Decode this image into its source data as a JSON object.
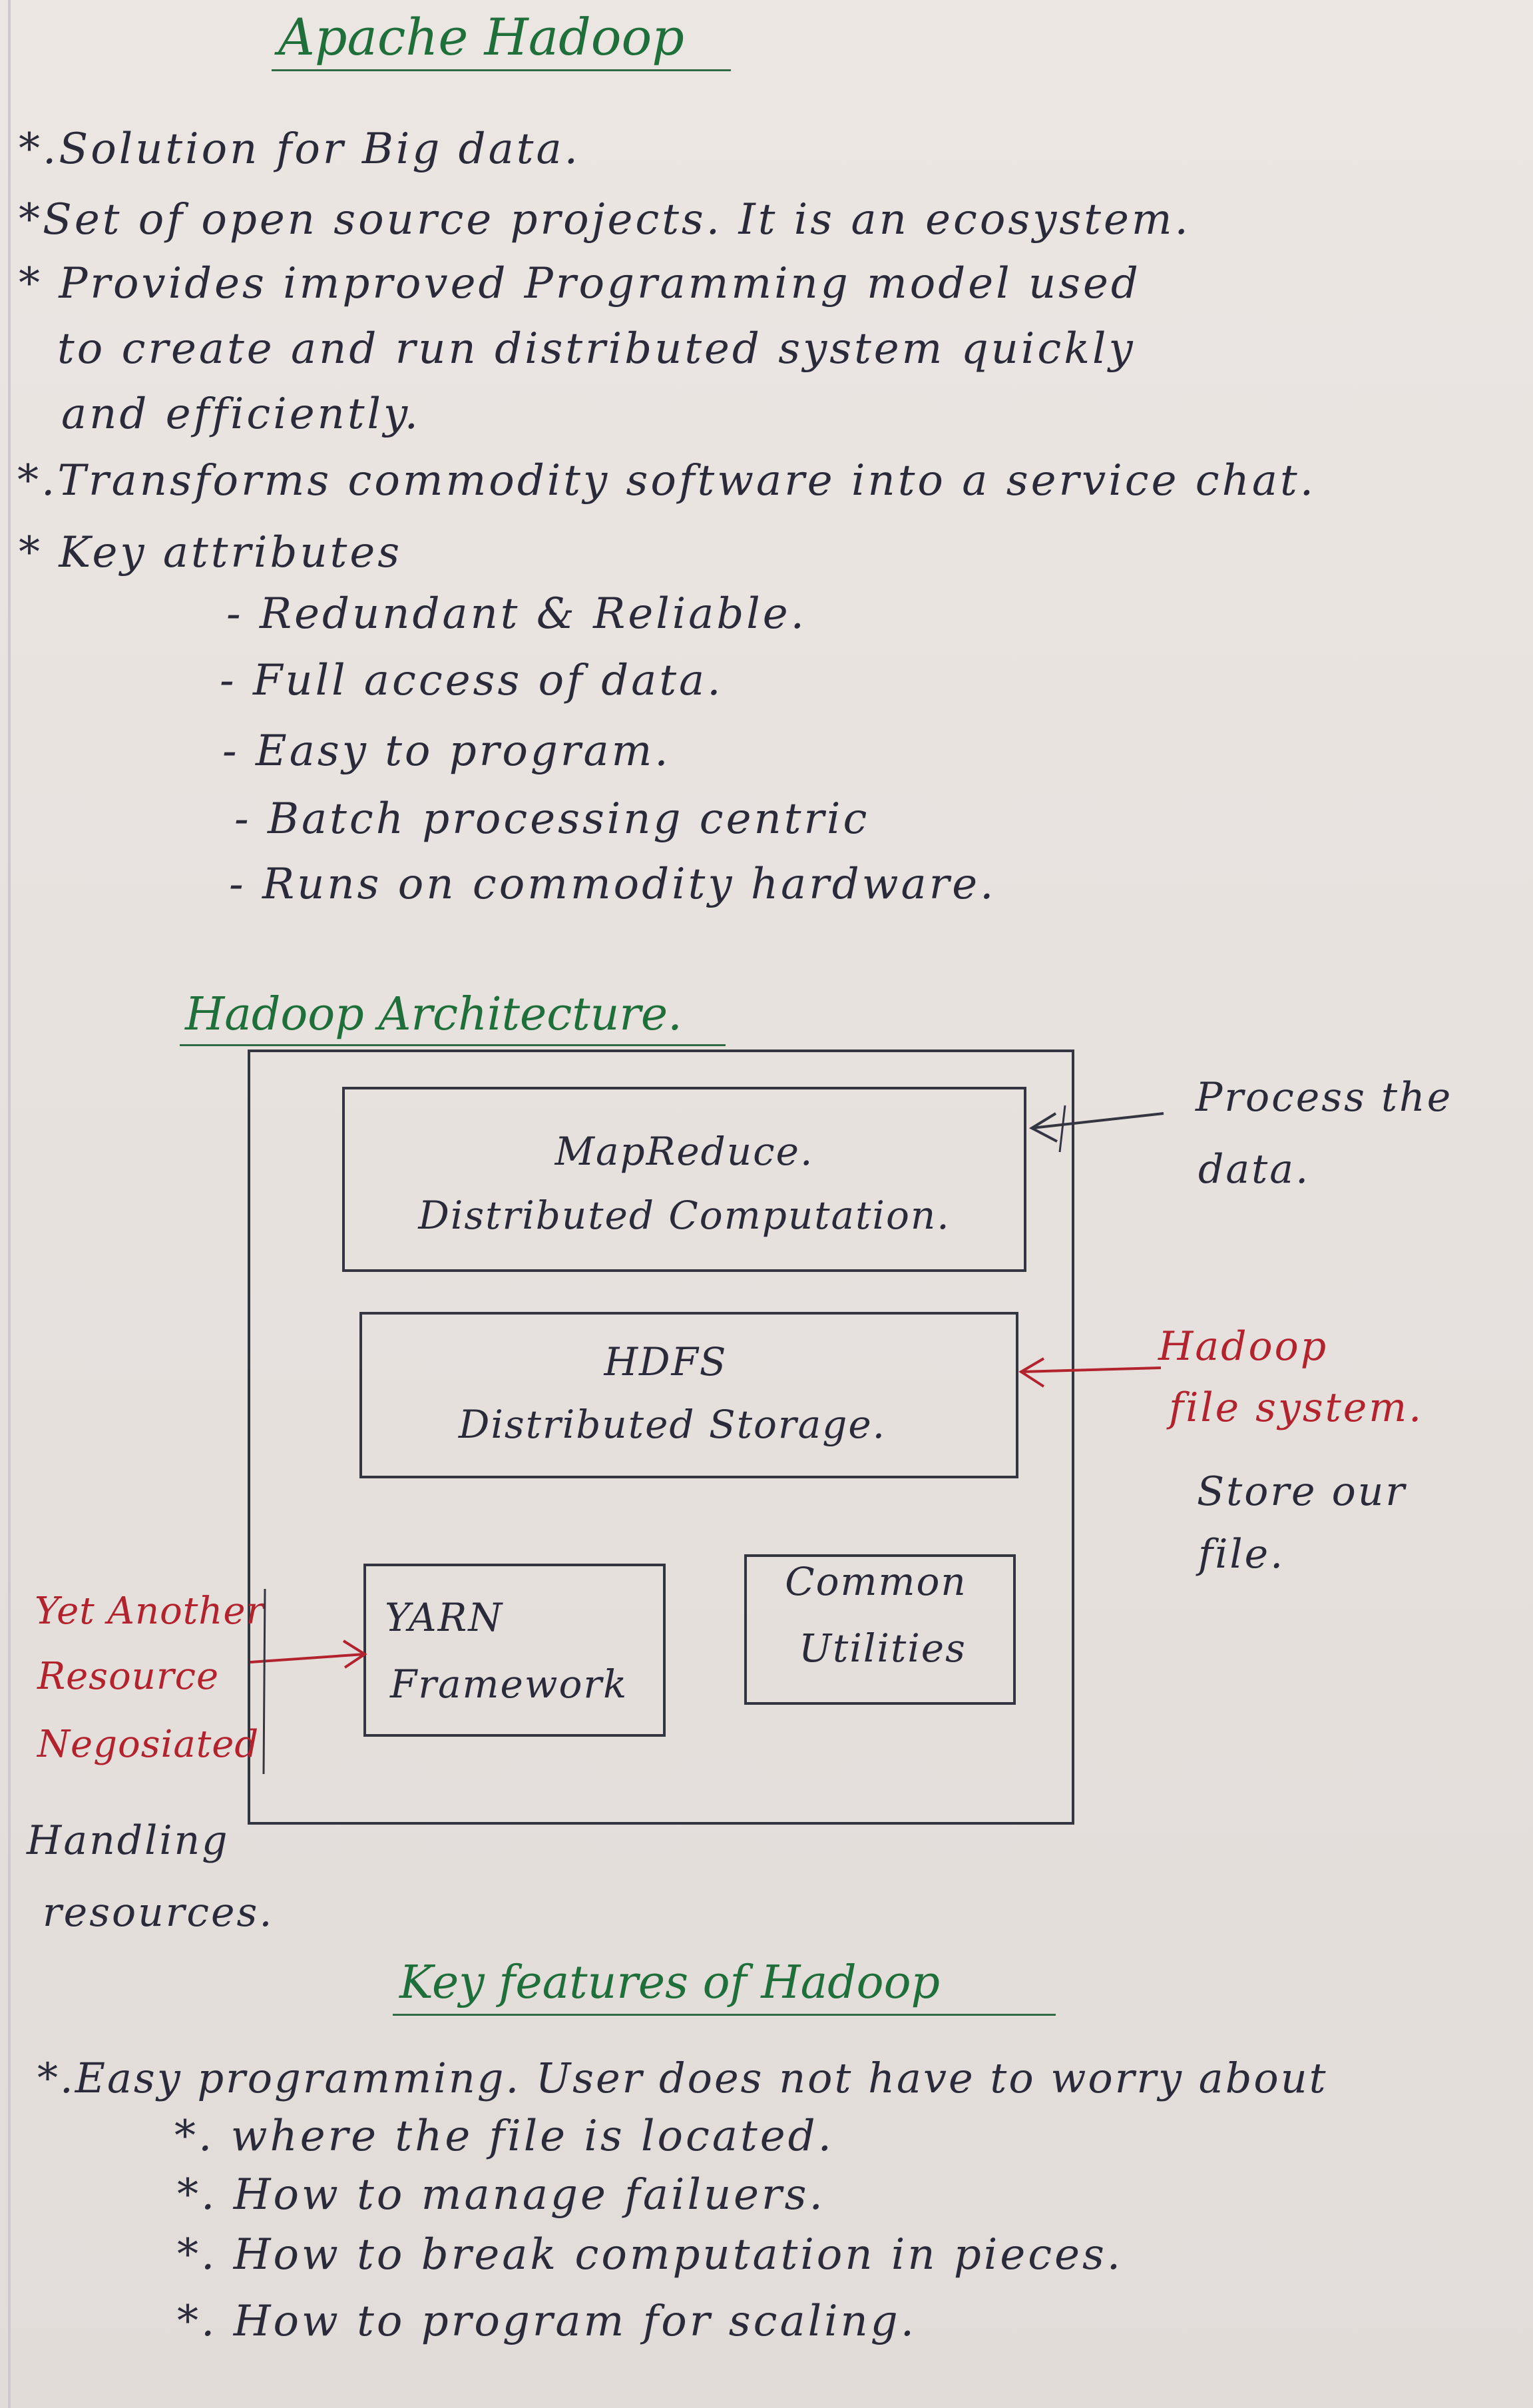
{
  "title": "Apache Hadoop",
  "bullets": [
    "*.Solution for Big data.",
    "*Set of open source projects. It is an ecosystem.",
    "* Provides improved Programming model used",
    "to create and run distributed system quickly",
    "and efficiently.",
    "*.Transforms commodity software into a service chat.",
    "* Key attributes"
  ],
  "attributes": [
    "- Redundant & Reliable.",
    "- Full access of data.",
    "- Easy to program.",
    "- Batch processing centric",
    "- Runs on commodity hardware."
  ],
  "architecture": {
    "heading": "Hadoop Architecture.",
    "mapreduce": {
      "name": "MapReduce.",
      "desc": "Distributed Computation."
    },
    "hdfs": {
      "name": "HDFS",
      "desc": "Distributed Storage."
    },
    "yarn": {
      "name": "YARN",
      "desc": "Framework"
    },
    "common": {
      "name": "Common",
      "desc": "Utilities"
    },
    "process_note": [
      "Process the",
      "data."
    ],
    "hdfs_note": [
      "Hadoop",
      "file system."
    ],
    "store_note": [
      "Store our",
      "file."
    ],
    "yarn_note": [
      "Yet Another",
      "Resource",
      "Negosiated"
    ],
    "handling_note": [
      "Handling",
      "resources."
    ]
  },
  "features": {
    "heading": "Key features of Hadoop",
    "intro": "*.Easy programming. User does not have to worry about",
    "items": [
      "*. where the file is located.",
      "*. How to manage failuers.",
      "*. How to break computation in pieces.",
      "*. How to program for scaling."
    ]
  },
  "colors": {
    "ink": "#2a2a3a",
    "heading_green": "#1f6f3a",
    "annotation_red": "#b2232e"
  }
}
